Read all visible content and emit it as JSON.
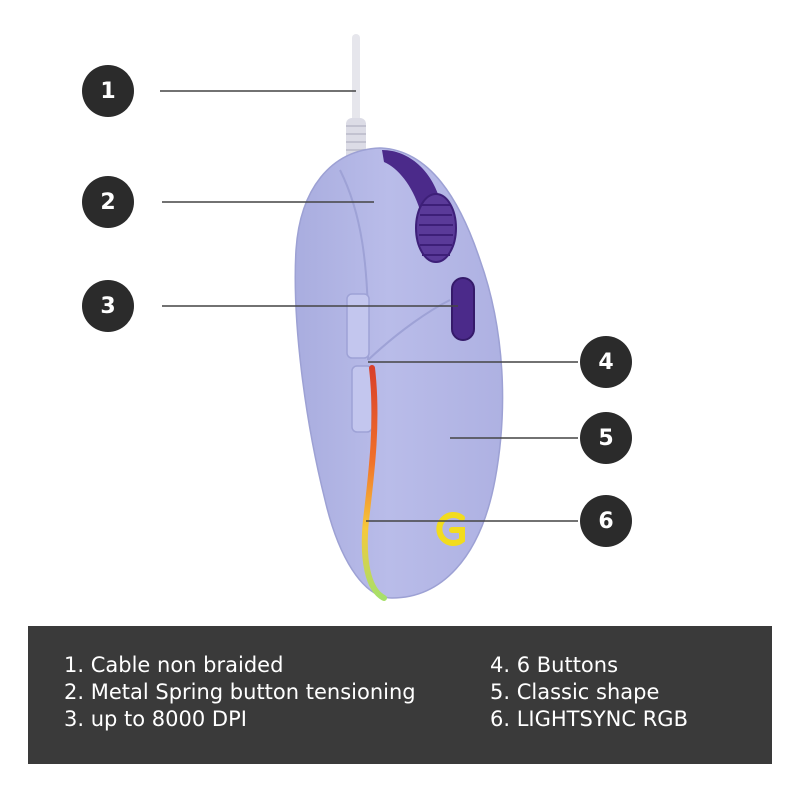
{
  "callouts": [
    {
      "number": "1",
      "side": "left"
    },
    {
      "number": "2",
      "side": "left"
    },
    {
      "number": "3",
      "side": "left"
    },
    {
      "number": "4",
      "side": "right"
    },
    {
      "number": "5",
      "side": "right"
    },
    {
      "number": "6",
      "side": "right"
    }
  ],
  "features": {
    "left": [
      "1. Cable non braided",
      "2. Metal Spring button tensioning",
      "3. up to 8000 DPI"
    ],
    "right": [
      "4. 6 Buttons",
      "5. Classic shape",
      "6. LIGHTSYNC RGB"
    ]
  },
  "colors": {
    "badge": "#2b2b2b",
    "panel": "#3a3a3a",
    "mouse_body": "#b6b9e6",
    "accent_purple": "#4b2a8a",
    "logo": "#f2dc1e",
    "leader_line": "#444444"
  },
  "icons": [
    "mouse-illustration",
    "logitech-g-logo-icon"
  ]
}
